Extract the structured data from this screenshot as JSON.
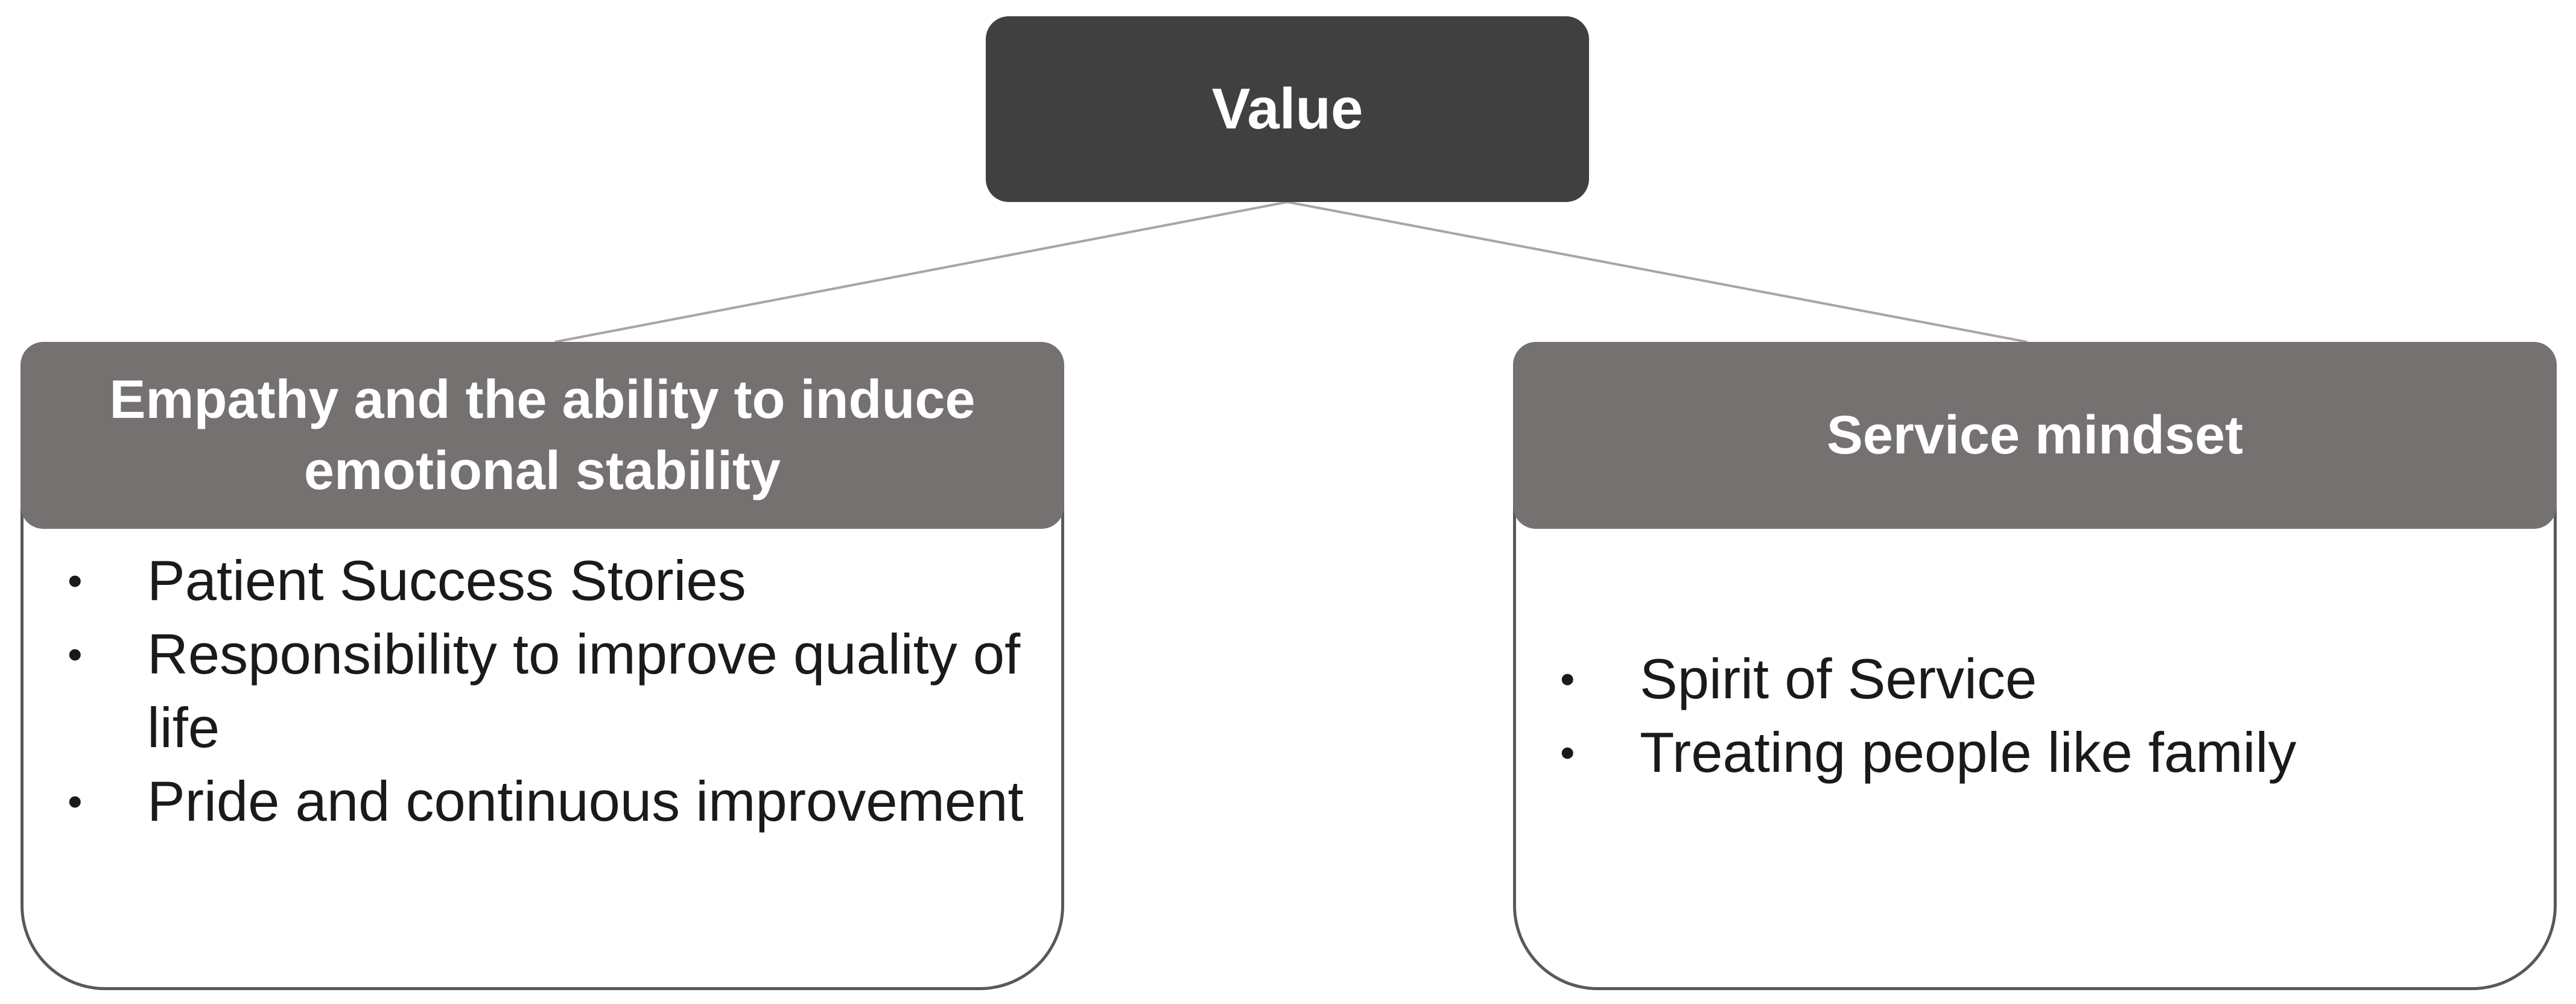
{
  "root": {
    "label": "Value"
  },
  "branches": [
    {
      "title": "Empathy and the ability to induce emotional stability",
      "items": [
        "Patient Success Stories",
        "Responsibility to improve quality of life",
        "Pride and continuous improvement"
      ]
    },
    {
      "title": "Service mindset",
      "items": [
        "Spirit of Service",
        "Treating people like family"
      ]
    }
  ],
  "colors": {
    "root_fill": "#404040",
    "header_fill": "#757170",
    "connector": "#a6a6a6",
    "body_border": "#595959"
  }
}
